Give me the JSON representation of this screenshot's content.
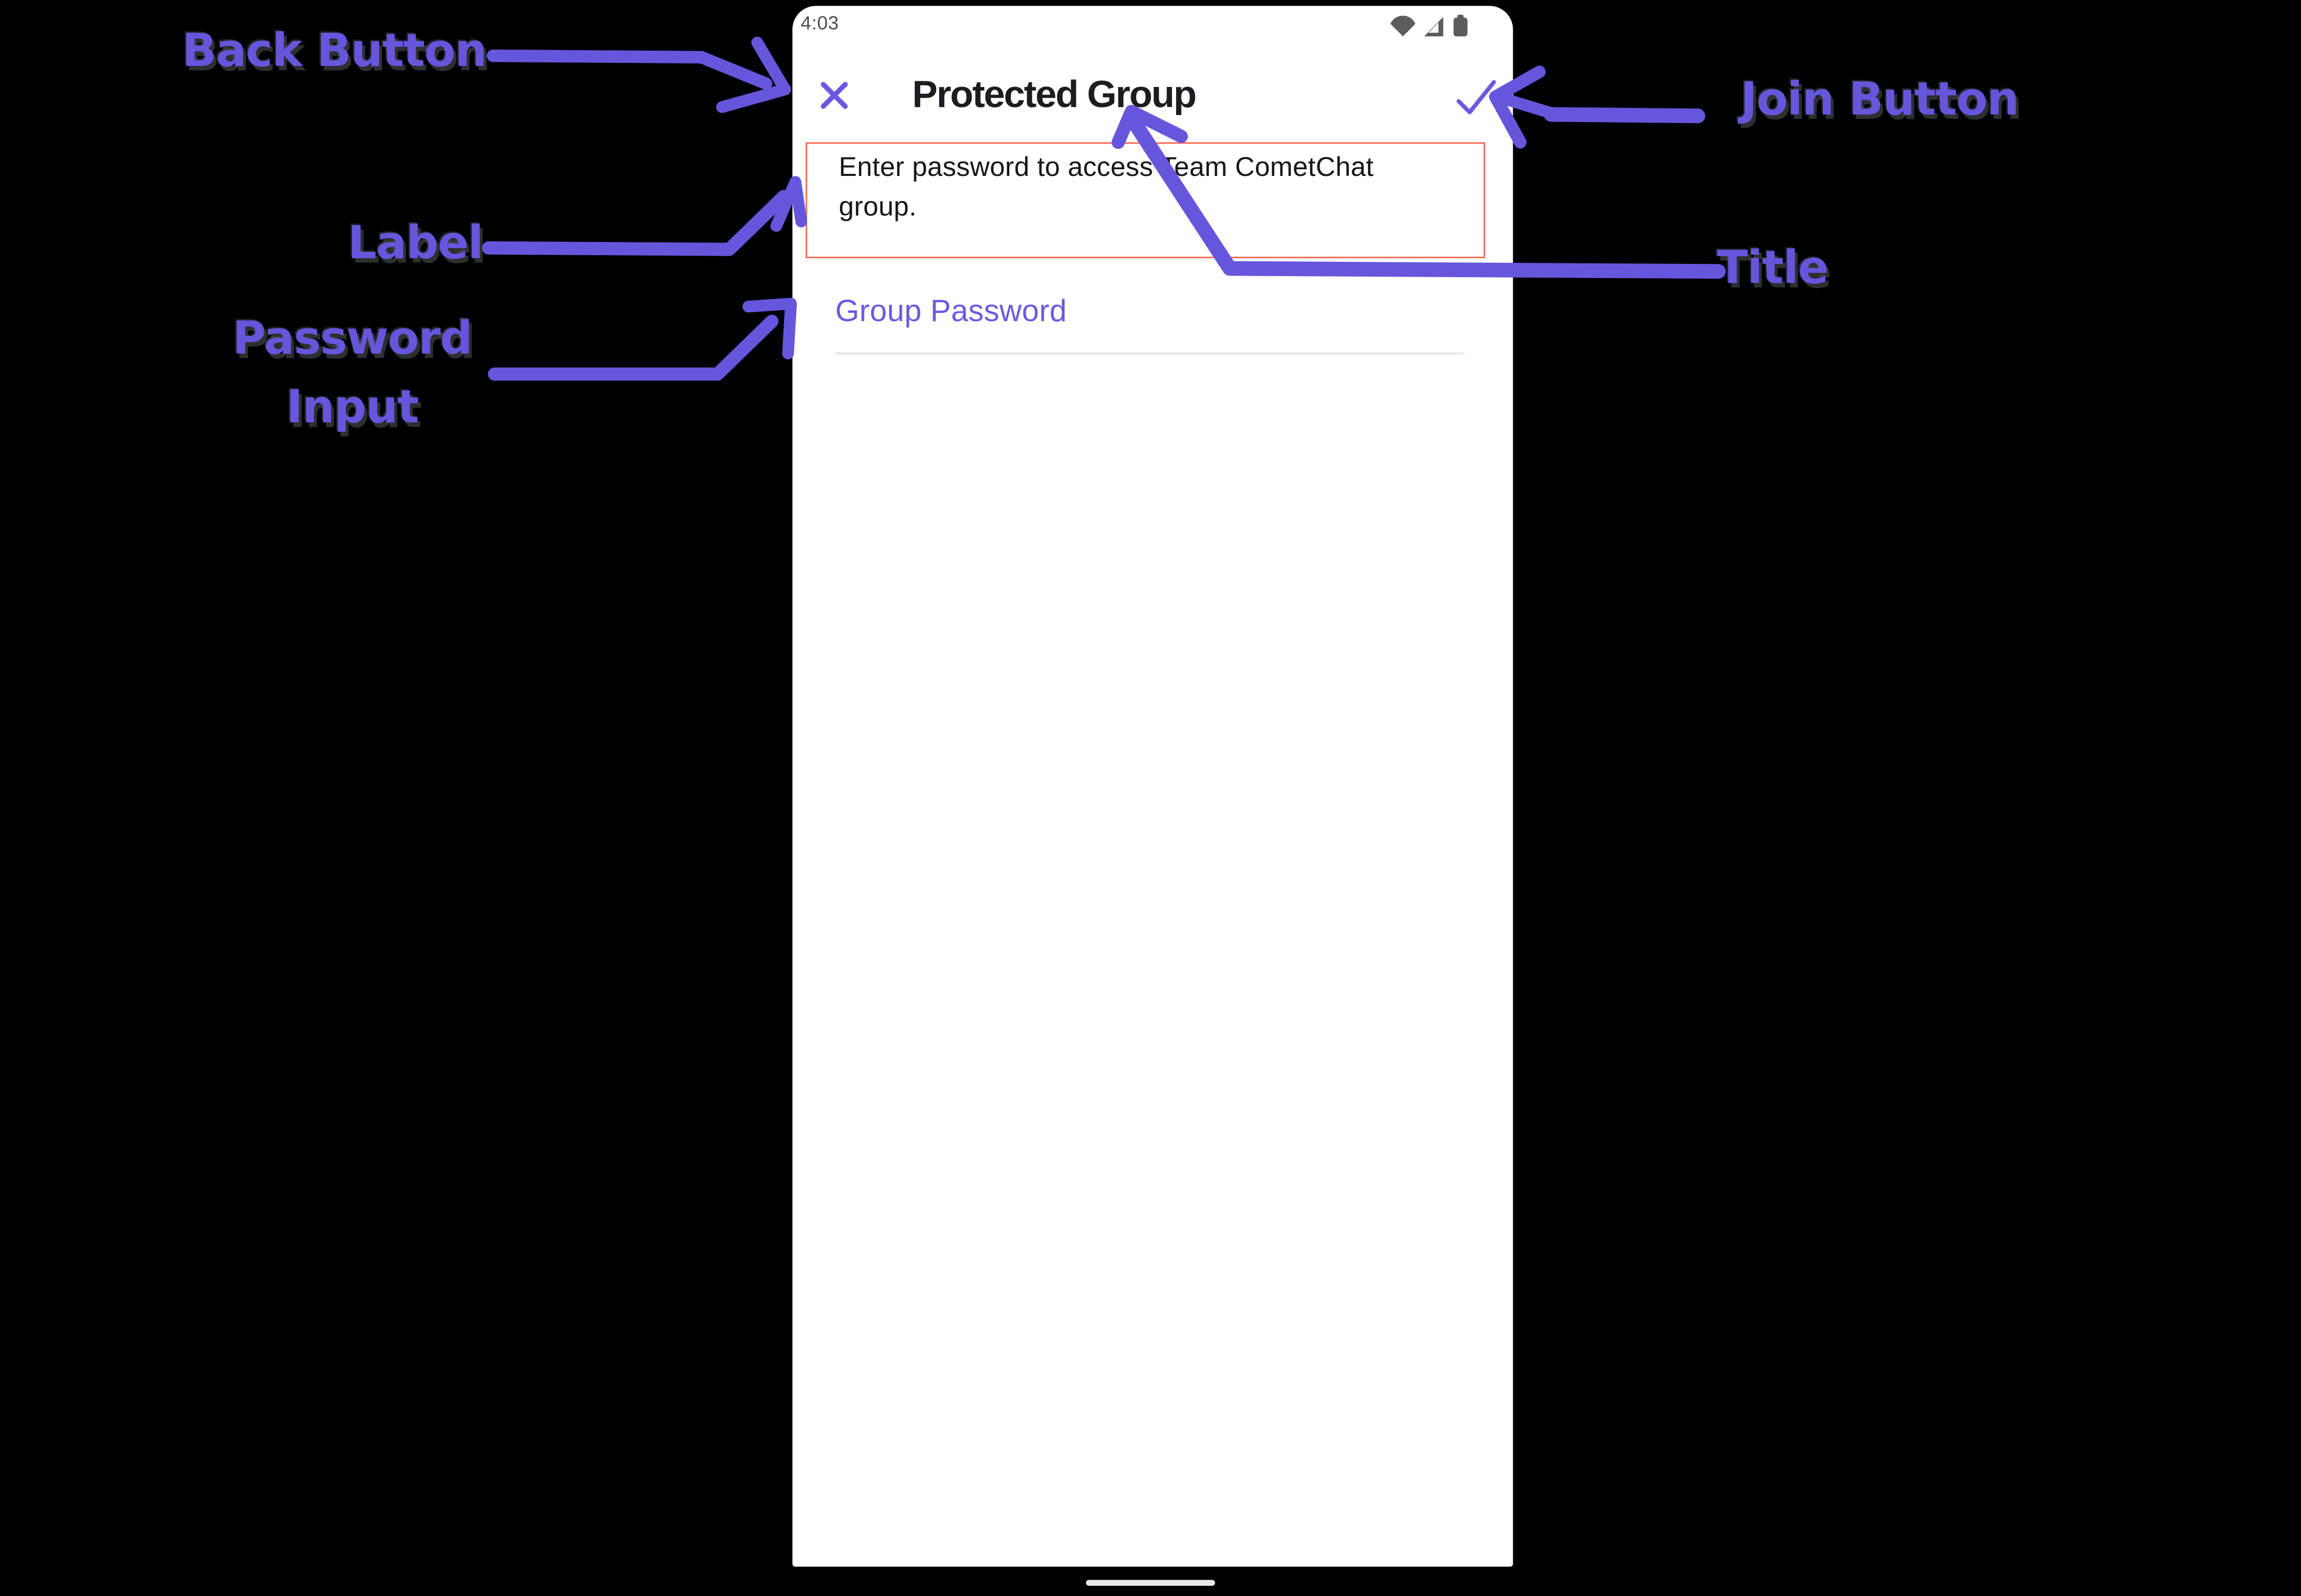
{
  "annotations": {
    "back_button": {
      "label": "Back Button"
    },
    "label": {
      "label": "Label"
    },
    "password_input": {
      "line1": "Password",
      "line2": "Input"
    },
    "join_button": {
      "label": "Join Button"
    },
    "title": {
      "label": "Title"
    },
    "colors": {
      "arrow": "#6656dc",
      "highlight_box": "#f8664c"
    }
  },
  "phone": {
    "status_bar": {
      "time": "4:03"
    },
    "app_bar": {
      "title": "Protected Group"
    },
    "form": {
      "label": "Enter password to access Team CometChat group.",
      "password_placeholder": "Group Password"
    },
    "colors": {
      "accent": "#6a5ae0",
      "divider": "#ececec"
    }
  }
}
